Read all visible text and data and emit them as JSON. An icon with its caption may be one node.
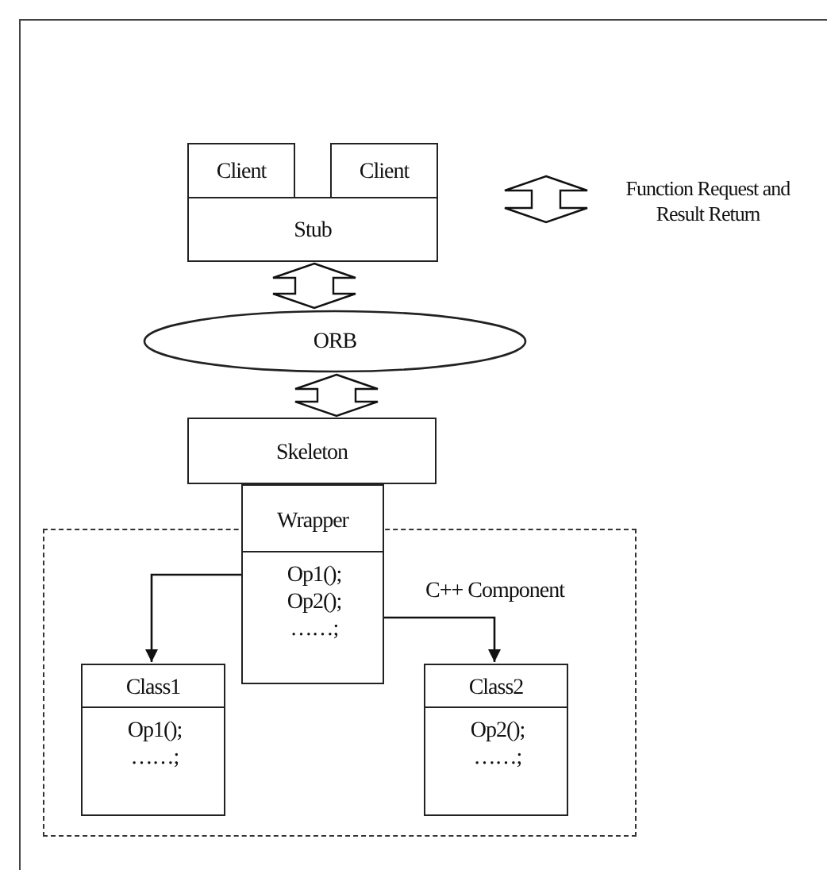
{
  "diagram": {
    "nodes": [
      {
        "text": [
          "Client"
        ]
      },
      {
        "text": [
          "Client"
        ]
      },
      {
        "text": [
          "Stub"
        ]
      },
      {
        "text": [
          "ORB"
        ]
      },
      {
        "text": [
          "Skeleton"
        ]
      },
      {
        "text": [
          "Wrapper",
          "Op1(); Op2(); ……;"
        ]
      },
      {
        "text": [
          "C++ Component"
        ]
      },
      {
        "text": [
          "Class1",
          "Op1(); ……;"
        ],
        "in": 6
      },
      {
        "text": [
          "Class2",
          "Op2(); ……;"
        ],
        "in": 6
      }
    ],
    "edges": [
      {
        "from": 2,
        "to": 3,
        "arrow": "both",
        "style": "thick"
      },
      {
        "from": 3,
        "to": 4,
        "arrow": "both",
        "style": "thick"
      },
      {
        "from": 5,
        "to": 7,
        "arrow": "to"
      },
      {
        "from": 5,
        "to": 8,
        "arrow": "to"
      }
    ],
    "legend": [
      {
        "text": "Function Request and Result Return"
      }
    ]
  }
}
